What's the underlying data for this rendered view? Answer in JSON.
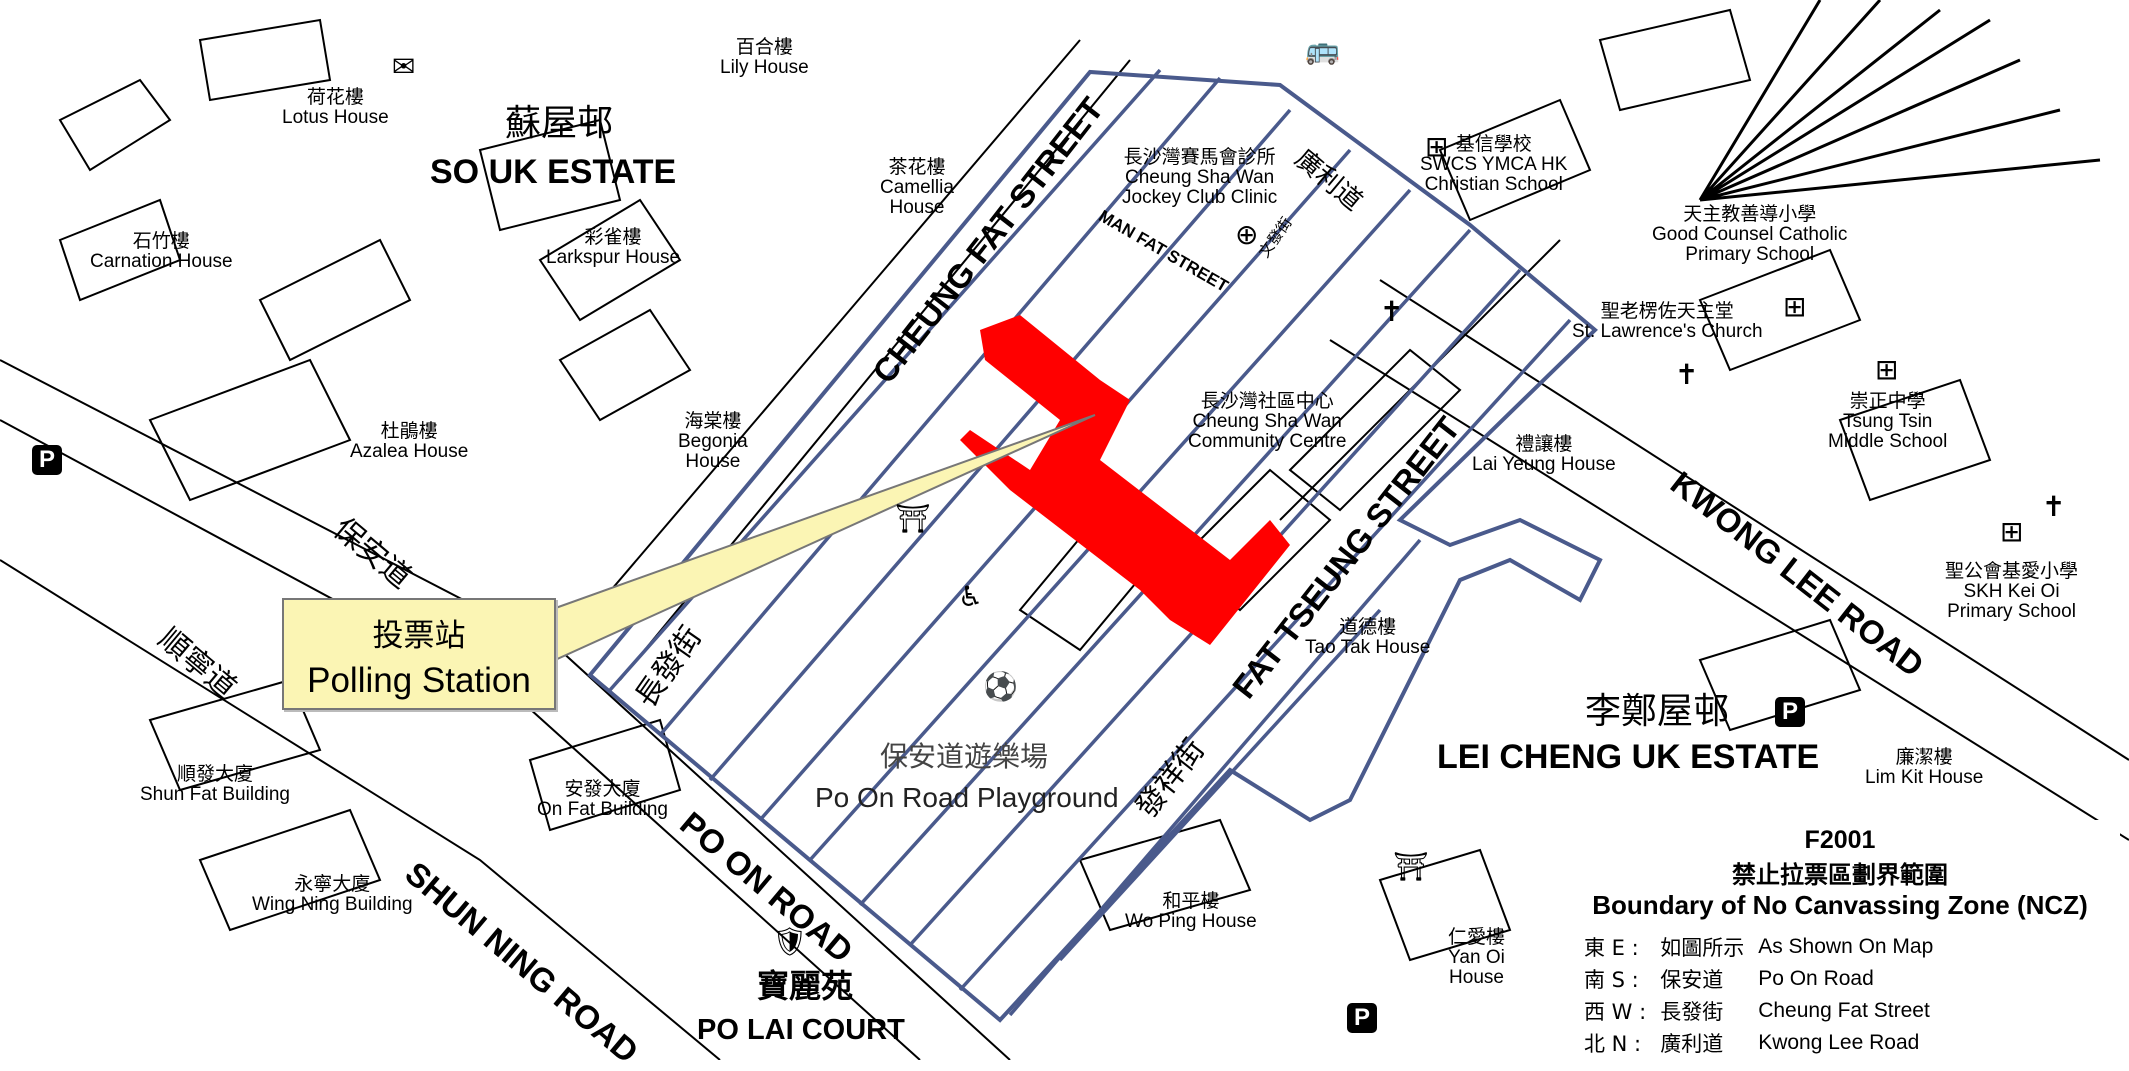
{
  "callout": {
    "cn": "投票站",
    "en": "Polling Station"
  },
  "legend": {
    "code": "F2001",
    "title_cn": "禁止拉票區劃界範圍",
    "title_en": "Boundary of No Canvassing Zone (NCZ)",
    "rows": [
      {
        "dir": "東 E :",
        "cn": "如圖所示",
        "en": "As Shown On Map"
      },
      {
        "dir": "南 S :",
        "cn": "保安道",
        "en": "Po On Road"
      },
      {
        "dir": "西 W :",
        "cn": "長發街",
        "en": "Cheung Fat Street"
      },
      {
        "dir": "北 N :",
        "cn": "廣利道",
        "en": "Kwong Lee Road"
      }
    ]
  },
  "estates": {
    "so_uk_cn": "蘇屋邨",
    "so_uk_en": "SO UK ESTATE",
    "lei_cheng_cn": "李鄭屋邨",
    "lei_cheng_en": "LEI CHENG UK ESTATE",
    "po_lai_cn": "寶麗苑",
    "po_lai_en": "PO LAI COURT"
  },
  "buildings": {
    "lily_cn": "百合樓",
    "lily_en": "Lily House",
    "lotus_cn": "荷花樓",
    "lotus_en": "Lotus House",
    "camellia_cn": "茶花樓",
    "camellia_en1": "Camellia",
    "camellia_en2": "House",
    "carnation_cn": "石竹樓",
    "carnation_en": "Carnation House",
    "larkspur_cn": "彩雀樓",
    "larkspur_en": "Larkspur House",
    "azalea_cn": "杜鵑樓",
    "azalea_en": "Azalea House",
    "begonia_cn": "海棠樓",
    "begonia_en1": "Begonia",
    "begonia_en2": "House",
    "clinic_cn": "長沙灣賽馬會診所",
    "clinic_en1": "Cheung Sha Wan",
    "clinic_en2": "Jockey Club Clinic",
    "swcs_cn": "基信學校",
    "swcs_en1": "SWCS YMCA HK",
    "swcs_en2": "Christian School",
    "goodcounsel_cn": "天主教善導小學",
    "goodcounsel_en1": "Good Counsel Catholic",
    "goodcounsel_en2": "Primary School",
    "lawrence_cn": "聖老楞佐天主堂",
    "lawrence_en": "St. Lawrence's Church",
    "community_cn": "長沙灣社區中心",
    "community_en1": "Cheung Sha Wan",
    "community_en2": "Community Centre",
    "tsungtsin_cn": "崇正中學",
    "tsungtsin_en1": "Tsung Tsin",
    "tsungtsin_en2": "Middle School",
    "laiyeung_cn": "禮讓樓",
    "laiyeung_en": "Lai Yeung House",
    "keioi_cn": "聖公會基愛小學",
    "keioi_en1": "SKH Kei Oi",
    "keioi_en2": "Primary School",
    "taotak_cn": "道德樓",
    "taotak_en": "Tao Tak House",
    "limkit_cn": "廉潔樓",
    "limkit_en": "Lim Kit House",
    "shunfat_cn": "順發大廈",
    "shunfat_en": "Shun Fat Building",
    "onfat_cn": "安發大廈",
    "onfat_en": "On Fat Building",
    "wingning_cn": "永寧大廈",
    "wingning_en": "Wing Ning Building",
    "woping_cn": "和平樓",
    "woping_en": "Wo Ping House",
    "yanoi_cn": "仁愛樓",
    "yanoi_en1": "Yan Oi",
    "yanoi_en2": "House",
    "playground_cn": "保安道遊樂場",
    "playground_en": "Po On Road Playground"
  },
  "roads": {
    "cheung_fat_st": "CHEUNG FAT STREET",
    "cheung_fat_cn": "長發街",
    "man_fat_st": "MAN FAT STREET",
    "man_fat_cn": "文發街",
    "kwong_lee_cn": "廣利道",
    "kwong_lee_rd": "KWONG LEE ROAD",
    "fat_tseung_st": "FAT TSEUNG STREET",
    "fat_tseung_cn": "發祥街",
    "po_on_rd": "PO ON ROAD",
    "po_on_cn": "保安道",
    "shun_ning_rd": "SHUN NING ROAD",
    "shun_ning_cn": "順寧道"
  },
  "icons": {
    "parking": "P",
    "parking_icon": "parking-icon",
    "post_office_icon": "post-office-icon",
    "bus_icon": "bus-terminus-icon",
    "clinic_icon": "clinic-cross-icon",
    "church_icon": "church-icon",
    "school_icon": "school-icon",
    "pavilion_icon": "pavilion-icon",
    "playground_icon": "playground-icon",
    "ball_icon": "ball-court-icon",
    "police_icon": "police-icon"
  },
  "colors": {
    "ncz_boundary": "#4a5a8c",
    "polling_station": "#ff0000",
    "callout_fill": "#fbf5b4"
  }
}
